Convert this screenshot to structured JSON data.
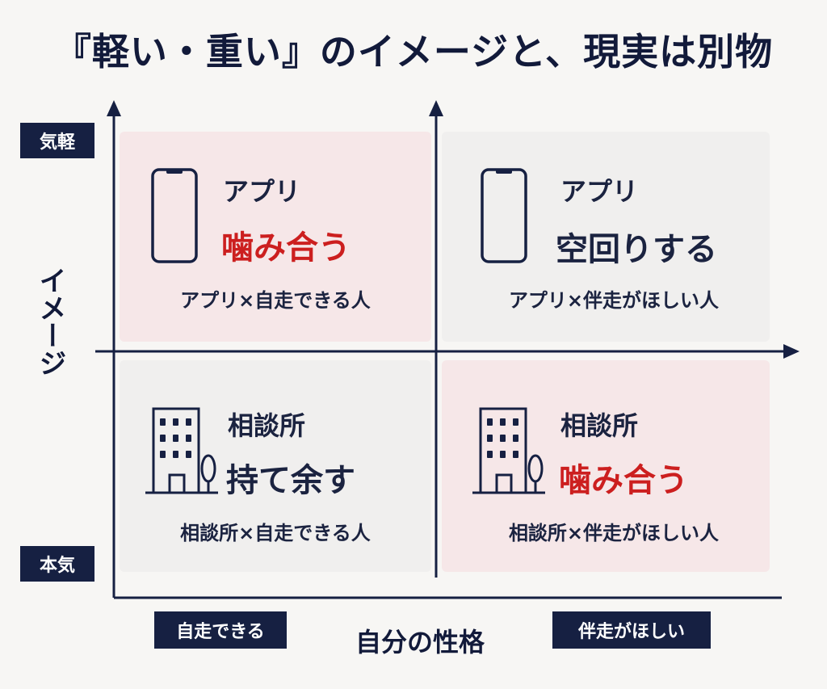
{
  "title": "『軽い・重い』のイメージと、現実は別物",
  "axes": {
    "y_label": "イメージ",
    "y_top": "気軽",
    "y_bottom": "本気",
    "x_label": "自分の性格",
    "x_left": "自走できる",
    "x_right": "伴走がほしい"
  },
  "quadrants": [
    {
      "kind": "アプリ",
      "verdict": "噛み合う",
      "desc": "アプリ×自走できる人",
      "icon": "smartphone-icon",
      "highlight": "#f6e7e8",
      "verdict_color": "#cc1f1f"
    },
    {
      "kind": "アプリ",
      "verdict": "空回りする",
      "desc": "アプリ×伴走がほしい人",
      "icon": "smartphone-icon",
      "highlight": "#f0efee",
      "verdict_color": "#1b2340"
    },
    {
      "kind": "相談所",
      "verdict": "持て余す",
      "desc": "相談所×自走できる人",
      "icon": "building-icon",
      "highlight": "#f0efee",
      "verdict_color": "#1b2340"
    },
    {
      "kind": "相談所",
      "verdict": "噛み合う",
      "desc": "相談所×伴走がほしい人",
      "icon": "building-icon",
      "highlight": "#f6e7e8",
      "verdict_color": "#cc1f1f"
    }
  ],
  "colors": {
    "navy": "#162042",
    "red": "#cc1f1f",
    "pink": "#f6e7e8",
    "background": "#f7f6f4"
  }
}
